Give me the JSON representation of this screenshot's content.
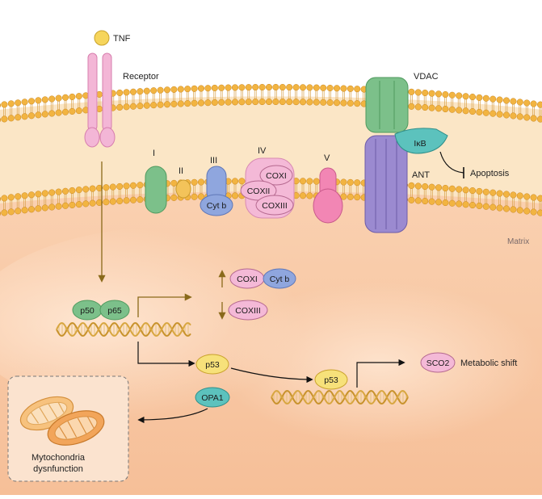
{
  "labels": {
    "tnf": "TNF",
    "receptor": "Receptor",
    "vdac": "VDAC",
    "ikb": "IκB",
    "ant": "ANT",
    "apoptosis": "Apoptosis",
    "matrix": "Matrix",
    "complex_i": "I",
    "complex_ii": "II",
    "complex_iii": "III",
    "complex_iv": "IV",
    "complex_v": "V",
    "cytb": "Cyt b",
    "coxi": "COXI",
    "coxii": "COXII",
    "coxiii": "COXIII",
    "p50": "p50",
    "p65": "p65",
    "coxi_up": "COXI",
    "cytb_up": "Cyt b",
    "coxiii_down": "COXIII",
    "p53": "p53",
    "opa1": "OPA1",
    "p53_bound": "p53",
    "sco2": "SCO2",
    "metabolic_shift": "Metabolic shift",
    "mito_line1": "Mytochondria",
    "mito_line2": "dysnfunction"
  },
  "colors": {
    "membrane_head": "#f2b441",
    "inter_membrane": "#fbe8c8",
    "matrix_top": "#fbd3b3",
    "matrix_bottom": "#f7c09a",
    "receptor_pink": "#f3b6d6",
    "complex_green": "#7cc08a",
    "complex_blue": "#8fa6de",
    "complex_pink": "#f4b9d7",
    "complex_hotpink": "#f286b4",
    "ant_purple": "#9b8ad0",
    "ikb_teal": "#5cc2bd",
    "p53_yellow": "#f7e17a",
    "arrow_brown": "#8a6a1a",
    "arrow_black": "#111111"
  }
}
